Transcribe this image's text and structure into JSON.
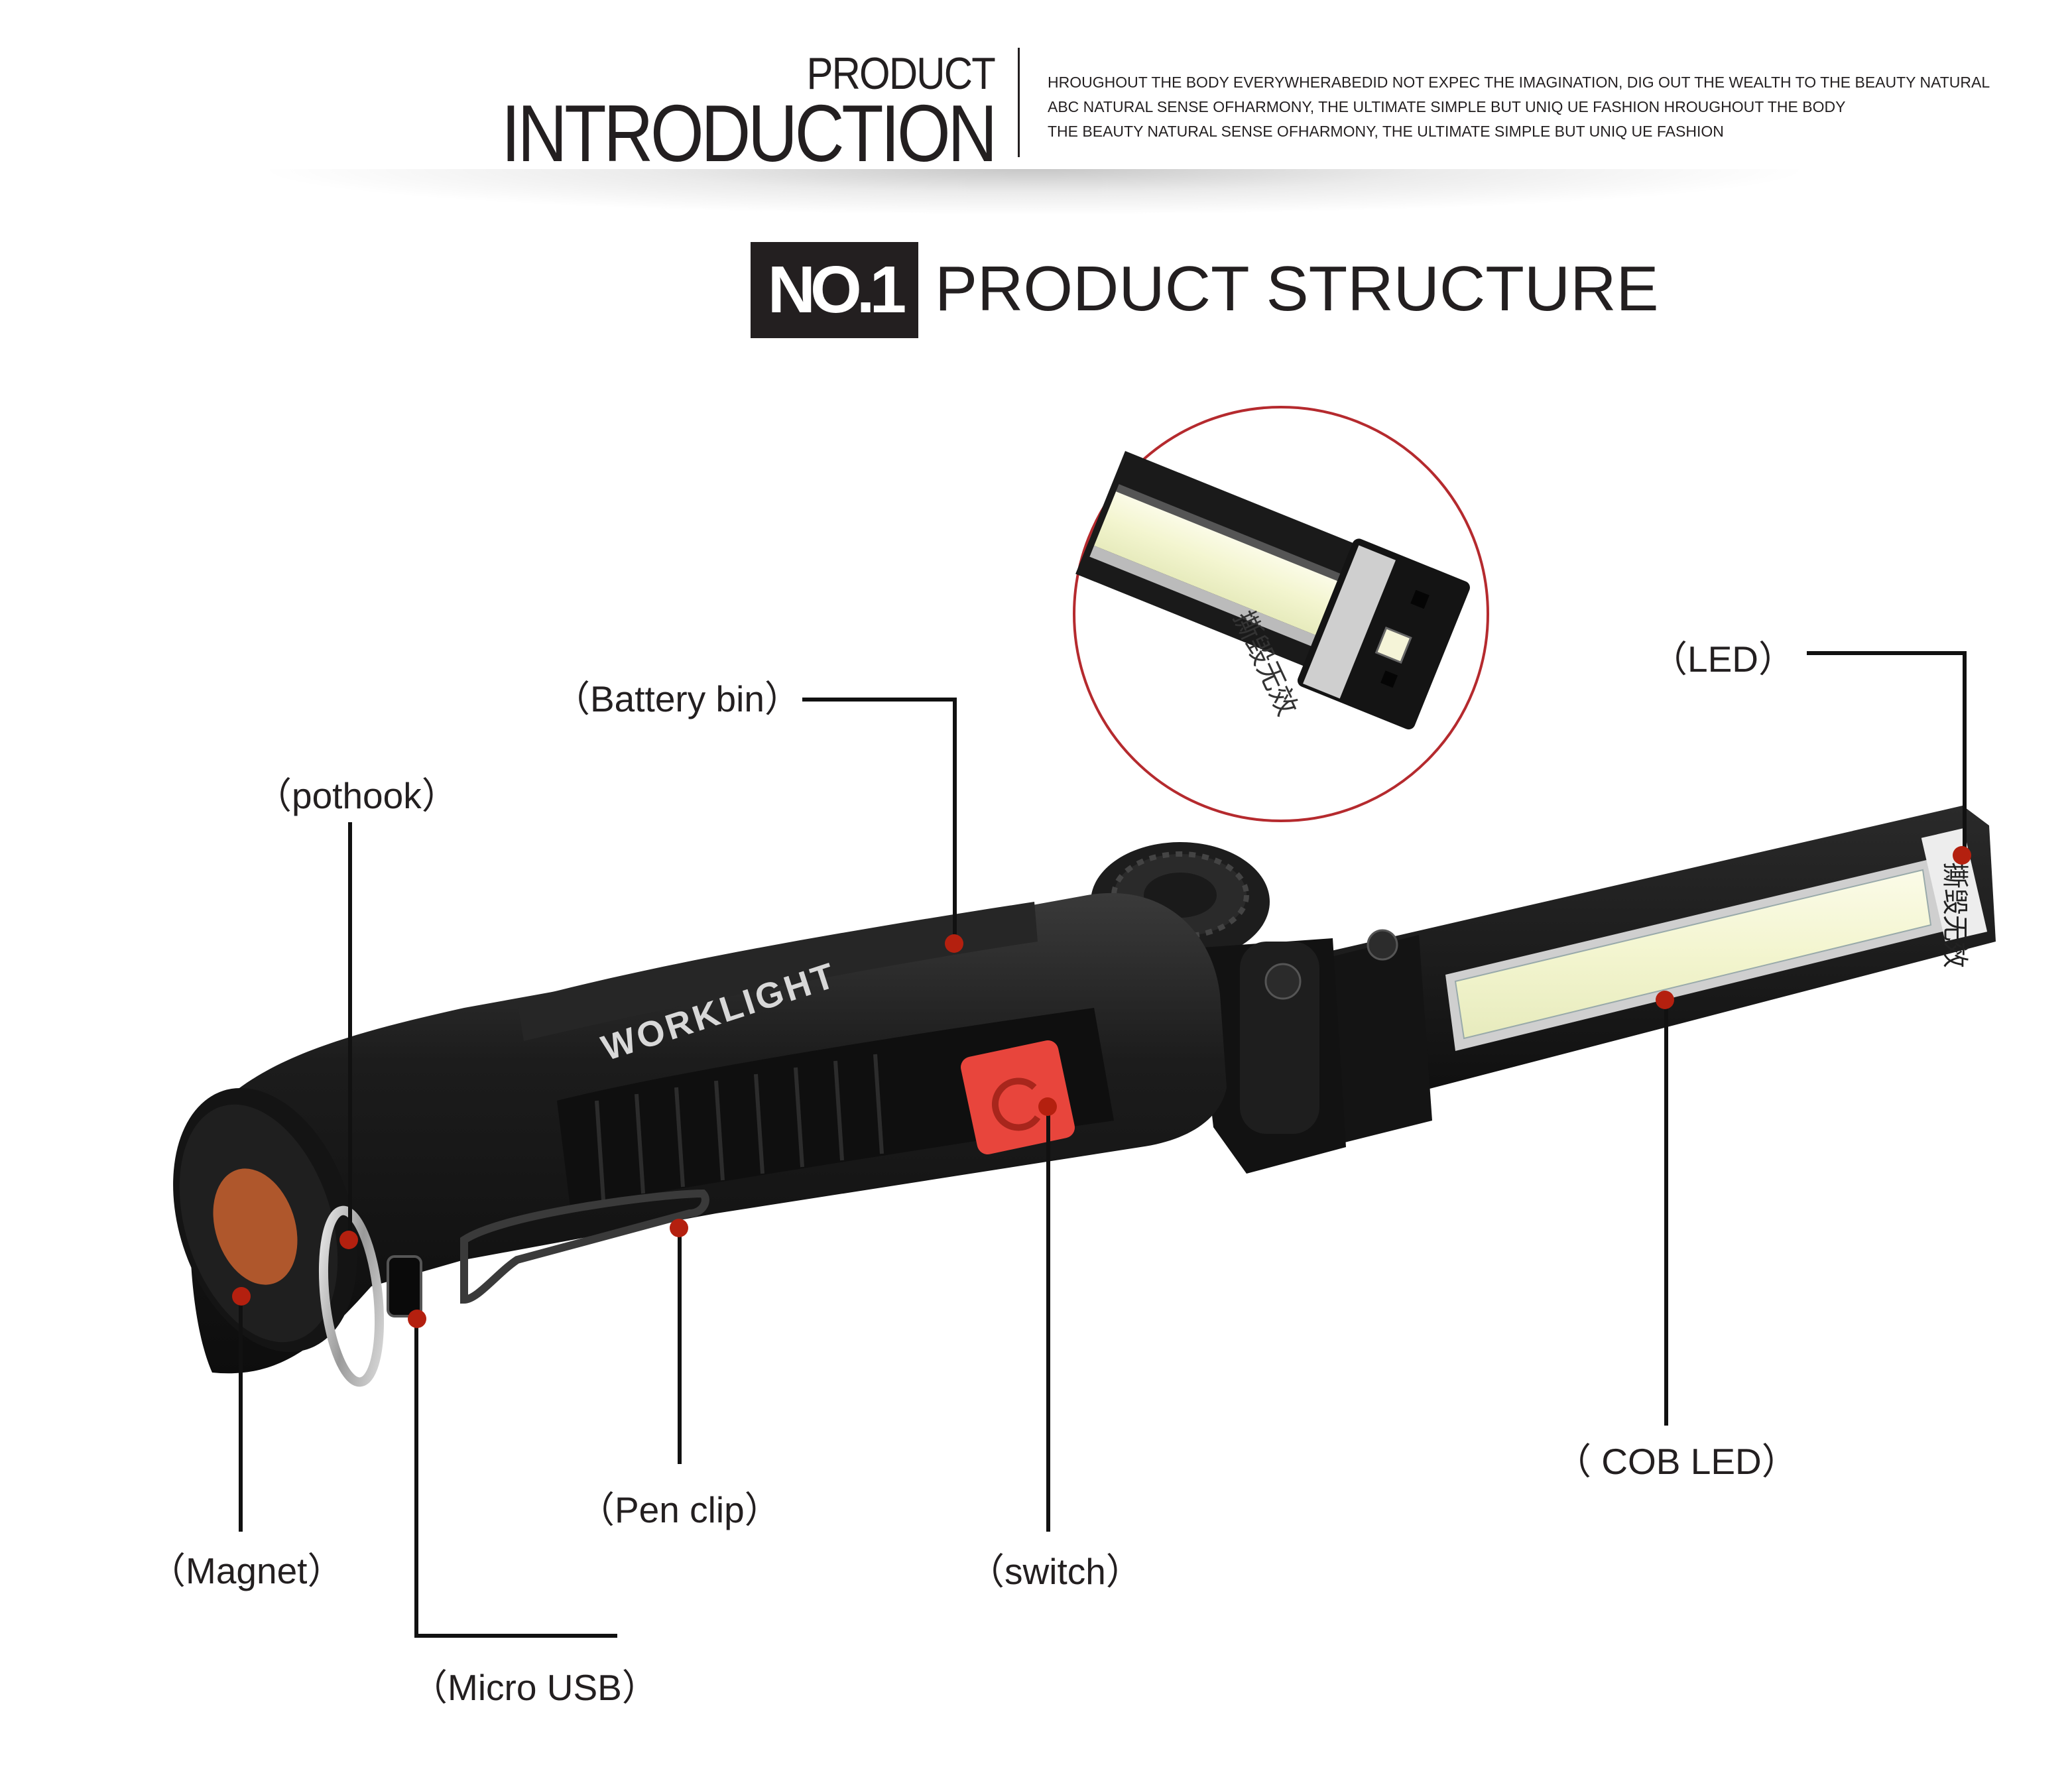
{
  "header": {
    "title_top": "PRODUCT",
    "title_main": "INTRODUCTION",
    "description_lines": [
      "HROUGHOUT THE BODY EVERYWHERABEDID NOT EXPEC THE IMAGINATION, DIG OUT THE WEALTH TO THE BEAUTY NATURAL",
      "ABC NATURAL SENSE OFHARMONY, THE ULTIMATE SIMPLE BUT UNIQ UE FASHION HROUGHOUT THE BODY",
      "THE BEAUTY NATURAL SENSE OFHARMONY, THE ULTIMATE SIMPLE BUT UNIQ UE FASHION"
    ]
  },
  "section": {
    "badge": "NO.1",
    "title": "PRODUCT STRUCTURE"
  },
  "product": {
    "body_text": "WORKLIGHT",
    "sticker_text": "撕毁无效"
  },
  "labels": {
    "battery_bin": "（Battery bin）",
    "pothook": "（pothook）",
    "led": "（LED）",
    "cob_led": "（ COB LED）",
    "pen_clip": "（Pen clip）",
    "magnet": "（Magnet）",
    "switch": "（switch）",
    "micro_usb": "（Micro USB）"
  },
  "colors": {
    "text": "#231f20",
    "callout_dot": "#b4200f",
    "switch_red": "#e8453c",
    "magnifier_ring": "#b52a2e",
    "body_black": "#1a1a1a",
    "cob_light": "#f7f8e0"
  }
}
